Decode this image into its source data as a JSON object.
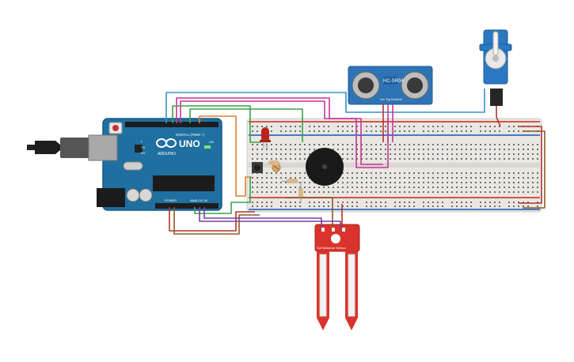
{
  "arduino": {
    "logo": "UNO",
    "brand": "ARDUINO",
    "digital_label": "DIGITAL (PWM ~)",
    "power_label": "POWER",
    "analog_label": "ANALOG IN",
    "led_l": "L",
    "led_tx": "TX",
    "led_rx": "RX",
    "on_label": "ON"
  },
  "ultrasonic": {
    "model": "HC-SR04",
    "pins": [
      "Vcc",
      "Trig",
      "Echo",
      "Gnd"
    ]
  },
  "moisture_sensor": {
    "label": "Soil Moisture Sensor"
  },
  "colors": {
    "board": "#1f6fa0",
    "board_edge": "#165a85",
    "breadboard": "#e9e7e2",
    "ultrasonic": "#2e74b5",
    "servo": "#2a78c2",
    "sensor": "#d9342b",
    "wire_red": "#b0332a",
    "wire_green": "#3aa14a",
    "wire_magenta": "#c8359b",
    "wire_blue": "#3a8fc8",
    "wire_orange": "#d9822b",
    "wire_purple": "#7a3fa6",
    "wire_brown": "#8b5a2b"
  }
}
